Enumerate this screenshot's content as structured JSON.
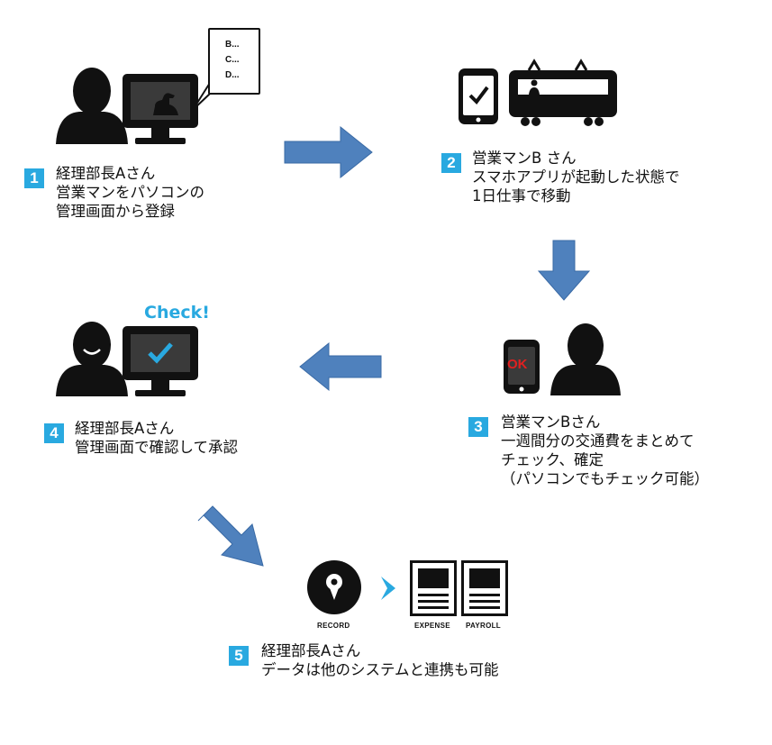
{
  "bubble": {
    "lines": [
      "B...",
      "C...",
      "D..."
    ]
  },
  "check_label": "Check!",
  "ok_label": "OK",
  "record_label": "RECORD",
  "expense_label": "EXPENSE",
  "payroll_label": "PAYROLL",
  "colors": {
    "number_badge": "#29a9e0",
    "arrow": "#4f81bd",
    "chevron": "#29a9e0",
    "ok_text": "#e02020"
  },
  "steps": [
    {
      "num": "1",
      "lines": [
        "経理部長Aさん",
        "営業マンをパソコンの",
        "管理画面から登録"
      ]
    },
    {
      "num": "2",
      "lines": [
        "営業マンB さん",
        "スマホアプリが起動した状態で",
        "1日仕事で移動"
      ]
    },
    {
      "num": "3",
      "lines": [
        "営業マンBさん",
        "一週間分の交通費をまとめて",
        "チェック、確定",
        "（パソコンでもチェック可能）"
      ]
    },
    {
      "num": "4",
      "lines": [
        "経理部長Aさん",
        "管理画面で確認して承認"
      ]
    },
    {
      "num": "5",
      "lines": [
        "経理部長Aさん",
        "データは他のシステムと連携も可能"
      ]
    }
  ]
}
